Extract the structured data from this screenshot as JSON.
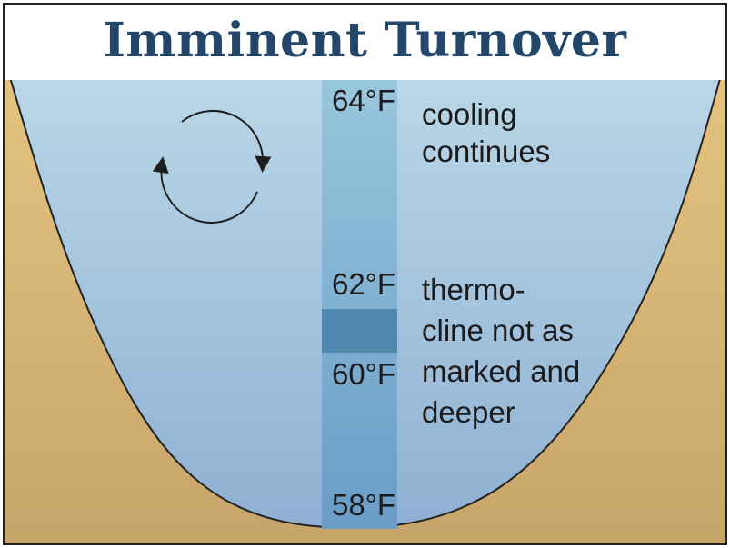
{
  "title": "Imminent Turnover",
  "temperatures": {
    "t64": "64°F",
    "t62": "62°F",
    "t60": "60°F",
    "t58": "58°F"
  },
  "notes": {
    "cooling": [
      "cooling",
      "continues"
    ],
    "thermocline": [
      "thermo-",
      "cline not as",
      "marked and",
      "deeper"
    ]
  },
  "colors": {
    "sand_top": "#e9c884",
    "sand_bottom": "#c7a56a",
    "water_top": "#bcd9e8",
    "water_bottom": "#8fb0d3",
    "column_top": "#95c4dc",
    "column_bottom": "#6a9cc7",
    "thermocline_band": "#4f87ae",
    "title": "#23476a"
  },
  "icons": {
    "circulation": "circular-arrows-icon"
  }
}
